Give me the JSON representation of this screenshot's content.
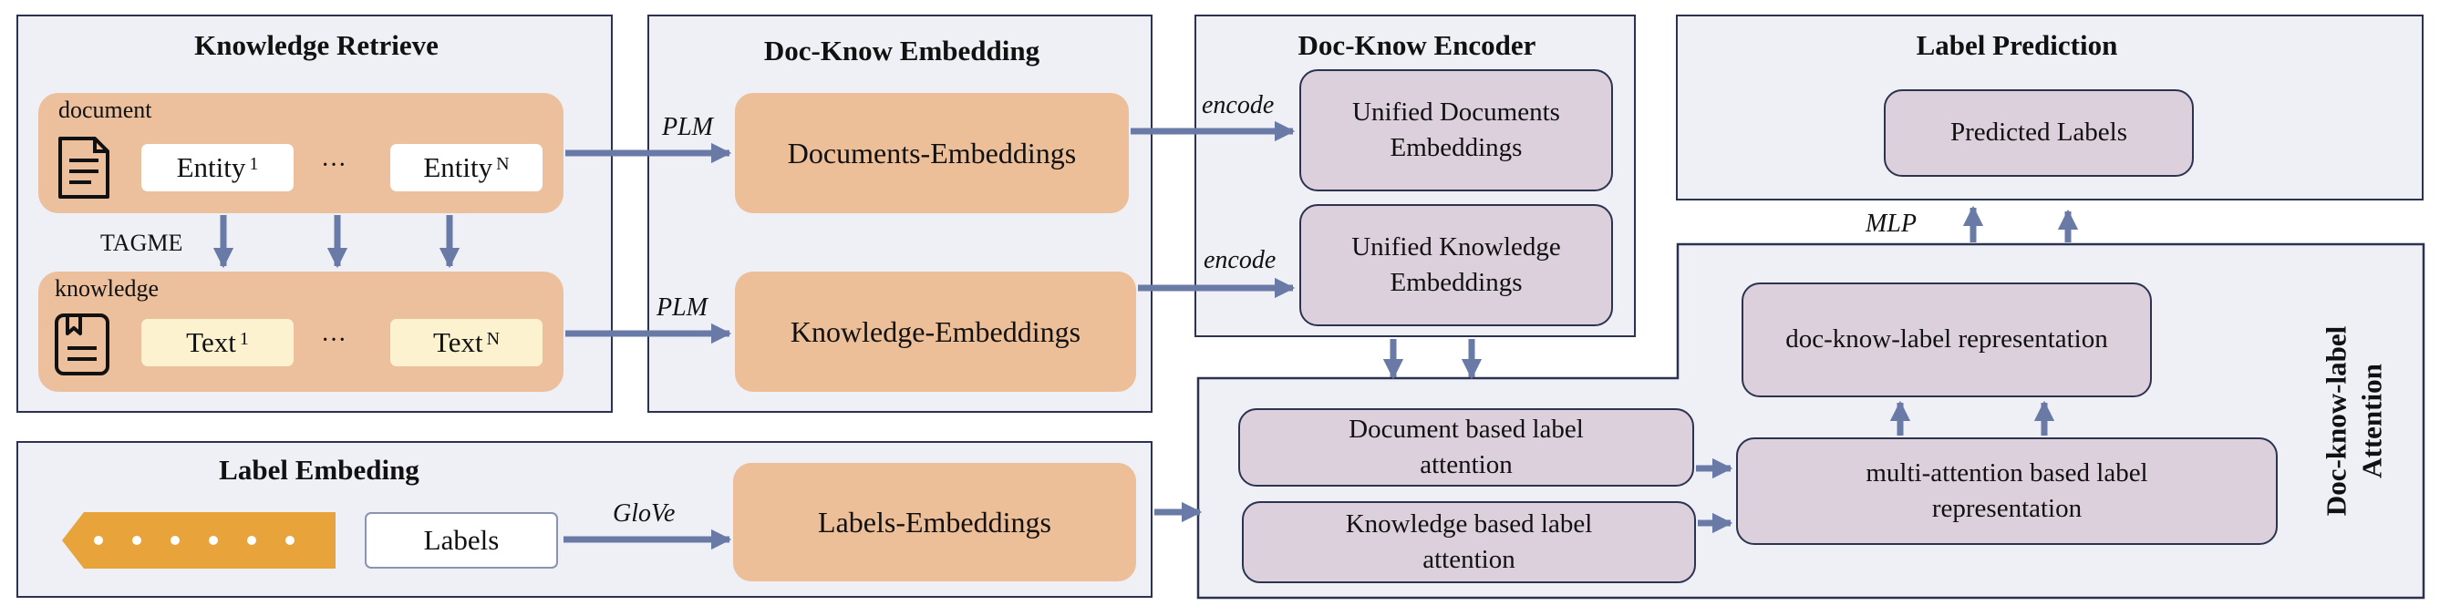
{
  "knowledge_retrieve": {
    "title": "Knowledge Retrieve",
    "doc_label": "document",
    "know_label": "knowledge",
    "entity": "Entity",
    "text": "Text",
    "sup_1": "1",
    "sup_n": "N",
    "dots": "···",
    "tagme": "TAGME"
  },
  "doc_know_embedding": {
    "title": "Doc-Know Embedding",
    "plm": "PLM",
    "documents_embeddings": "Documents-Embeddings",
    "knowledge_embeddings": "Knowledge-Embeddings"
  },
  "doc_know_encoder": {
    "title": "Doc-Know Encoder",
    "encode": "encode",
    "unified_docs_line1": "Unified Documents",
    "unified_docs_line2": "Embeddings",
    "unified_know_line1": "Unified Knowledge",
    "unified_know_line2": "Embeddings"
  },
  "label_prediction": {
    "title": "Label Prediction",
    "predicted_labels": "Predicted Labels",
    "mlp": "MLP"
  },
  "attention": {
    "title_line1": "Doc-know-label",
    "title_line2": "Attention",
    "doc_label_att_line1": "Document based label",
    "doc_label_att_line2": "attention",
    "know_label_att_line1": "Knowledge based label",
    "know_label_att_line2": "attention",
    "multi_line1": "multi-attention based label",
    "multi_line2": "representation",
    "dkl_repr": "doc-know-label  representation"
  },
  "label_embedding": {
    "title": "Label Embeding",
    "labels": "Labels",
    "glove": "GloVe",
    "labels_embeddings": "Labels-Embeddings"
  },
  "colors": {
    "panel": "#eef0f6",
    "border": "#2c3350",
    "tan": "#ecc09c",
    "pink": "#ddd0dd",
    "arrow": "#6a7aa6",
    "tag": "#e8a33a"
  }
}
